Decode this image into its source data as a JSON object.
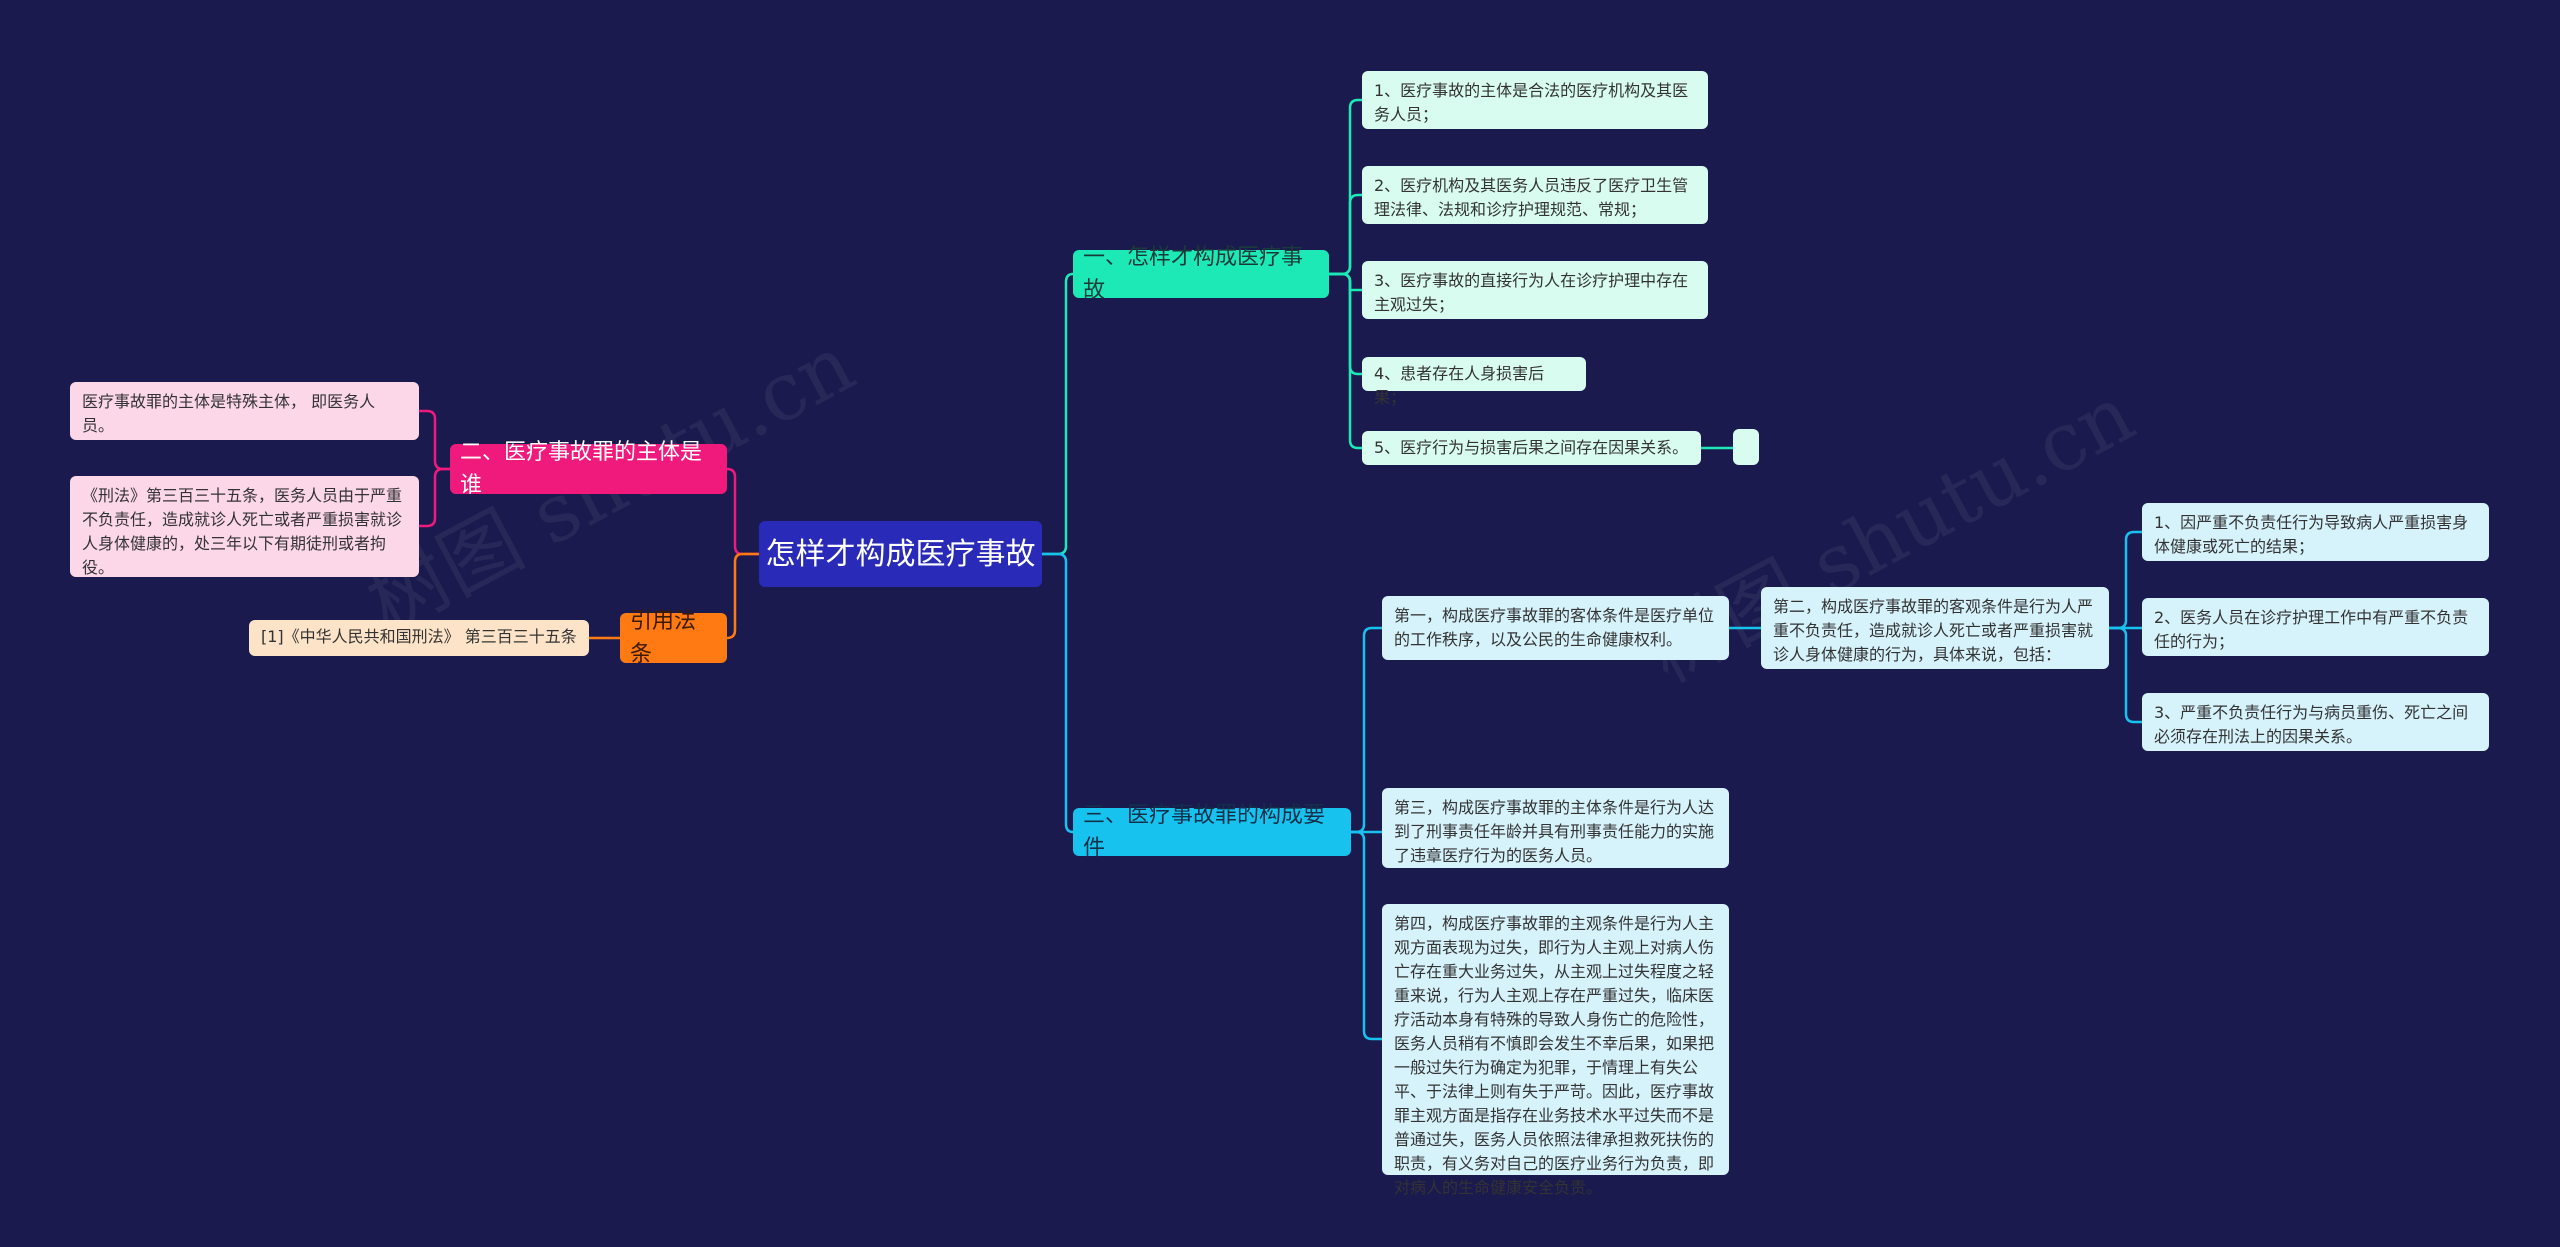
{
  "root": {
    "label": "怎样才构成医疗事故"
  },
  "branch1": {
    "label": "一、怎样才构成医疗事故",
    "items": [
      "1、医疗事故的主体是合法的医疗机构及其医务人员；",
      "2、医疗机构及其医务人员违反了医疗卫生管理法律、法规和诊疗护理规范、常规；",
      "3、医疗事故的直接行为人在诊疗护理中存在主观过失；",
      "4、患者存在人身损害后果；",
      "5、医疗行为与损害后果之间存在因果关系。"
    ],
    "extra": ""
  },
  "branch3": {
    "label": "三、医疗事故罪的构成要件",
    "first": "第一，构成医疗事故罪的客体条件是医疗单位的工作秩序，以及公民的生命健康权利。",
    "second": "第二，构成医疗事故罪的客观条件是行为人严重不负责任，造成就诊人死亡或者严重损害就诊人身体健康的行为，具体来说，包括：",
    "second_items": [
      "1、因严重不负责任行为导致病人严重损害身体健康或死亡的结果；",
      "2、医务人员在诊疗护理工作中有严重不负责任的行为；",
      "3、严重不负责任行为与病员重伤、死亡之间必须存在刑法上的因果关系。"
    ],
    "third": "第三，构成医疗事故罪的主体条件是行为人达到了刑事责任年龄并具有刑事责任能力的实施了违章医疗行为的医务人员。",
    "fourth": "第四，构成医疗事故罪的主观条件是行为人主观方面表现为过失，即行为人主观上对病人伤亡存在重大业务过失，从主观上过失程度之轻重来说，行为人主观上存在严重过失，临床医疗活动本身有特殊的导致人身伤亡的危险性，医务人员稍有不慎即会发生不幸后果，如果把一般过失行为确定为犯罪，于情理上有失公平、于法律上则有失于严苛。因此，医疗事故罪主观方面是指存在业务技术水平过失而不是普通过失，医务人员依照法律承担救死扶伤的职责，有义务对自己的医疗业务行为负责，即对病人的生命健康安全负责。"
  },
  "branch2": {
    "label": "二、医疗事故罪的主体是谁",
    "items": [
      "医疗事故罪的主体是特殊主体， 即医务人员。",
      "《刑法》第三百三十五条，医务人员由于严重不负责任，造成就诊人死亡或者严重损害就诊人身体健康的，处三年以下有期徒刑或者拘役。"
    ]
  },
  "ref": {
    "label": "引用法条",
    "items": [
      "[1]《中华人民共和国刑法》 第三百三十五条"
    ]
  },
  "watermark": "树图 shutu.cn",
  "colors": {
    "background": "#1a1a4e",
    "root": "#2a2ab8",
    "branch1": "#1de9b6",
    "branch3": "#18c2ee",
    "branch2": "#f01a7c",
    "ref": "#ff7a12"
  }
}
